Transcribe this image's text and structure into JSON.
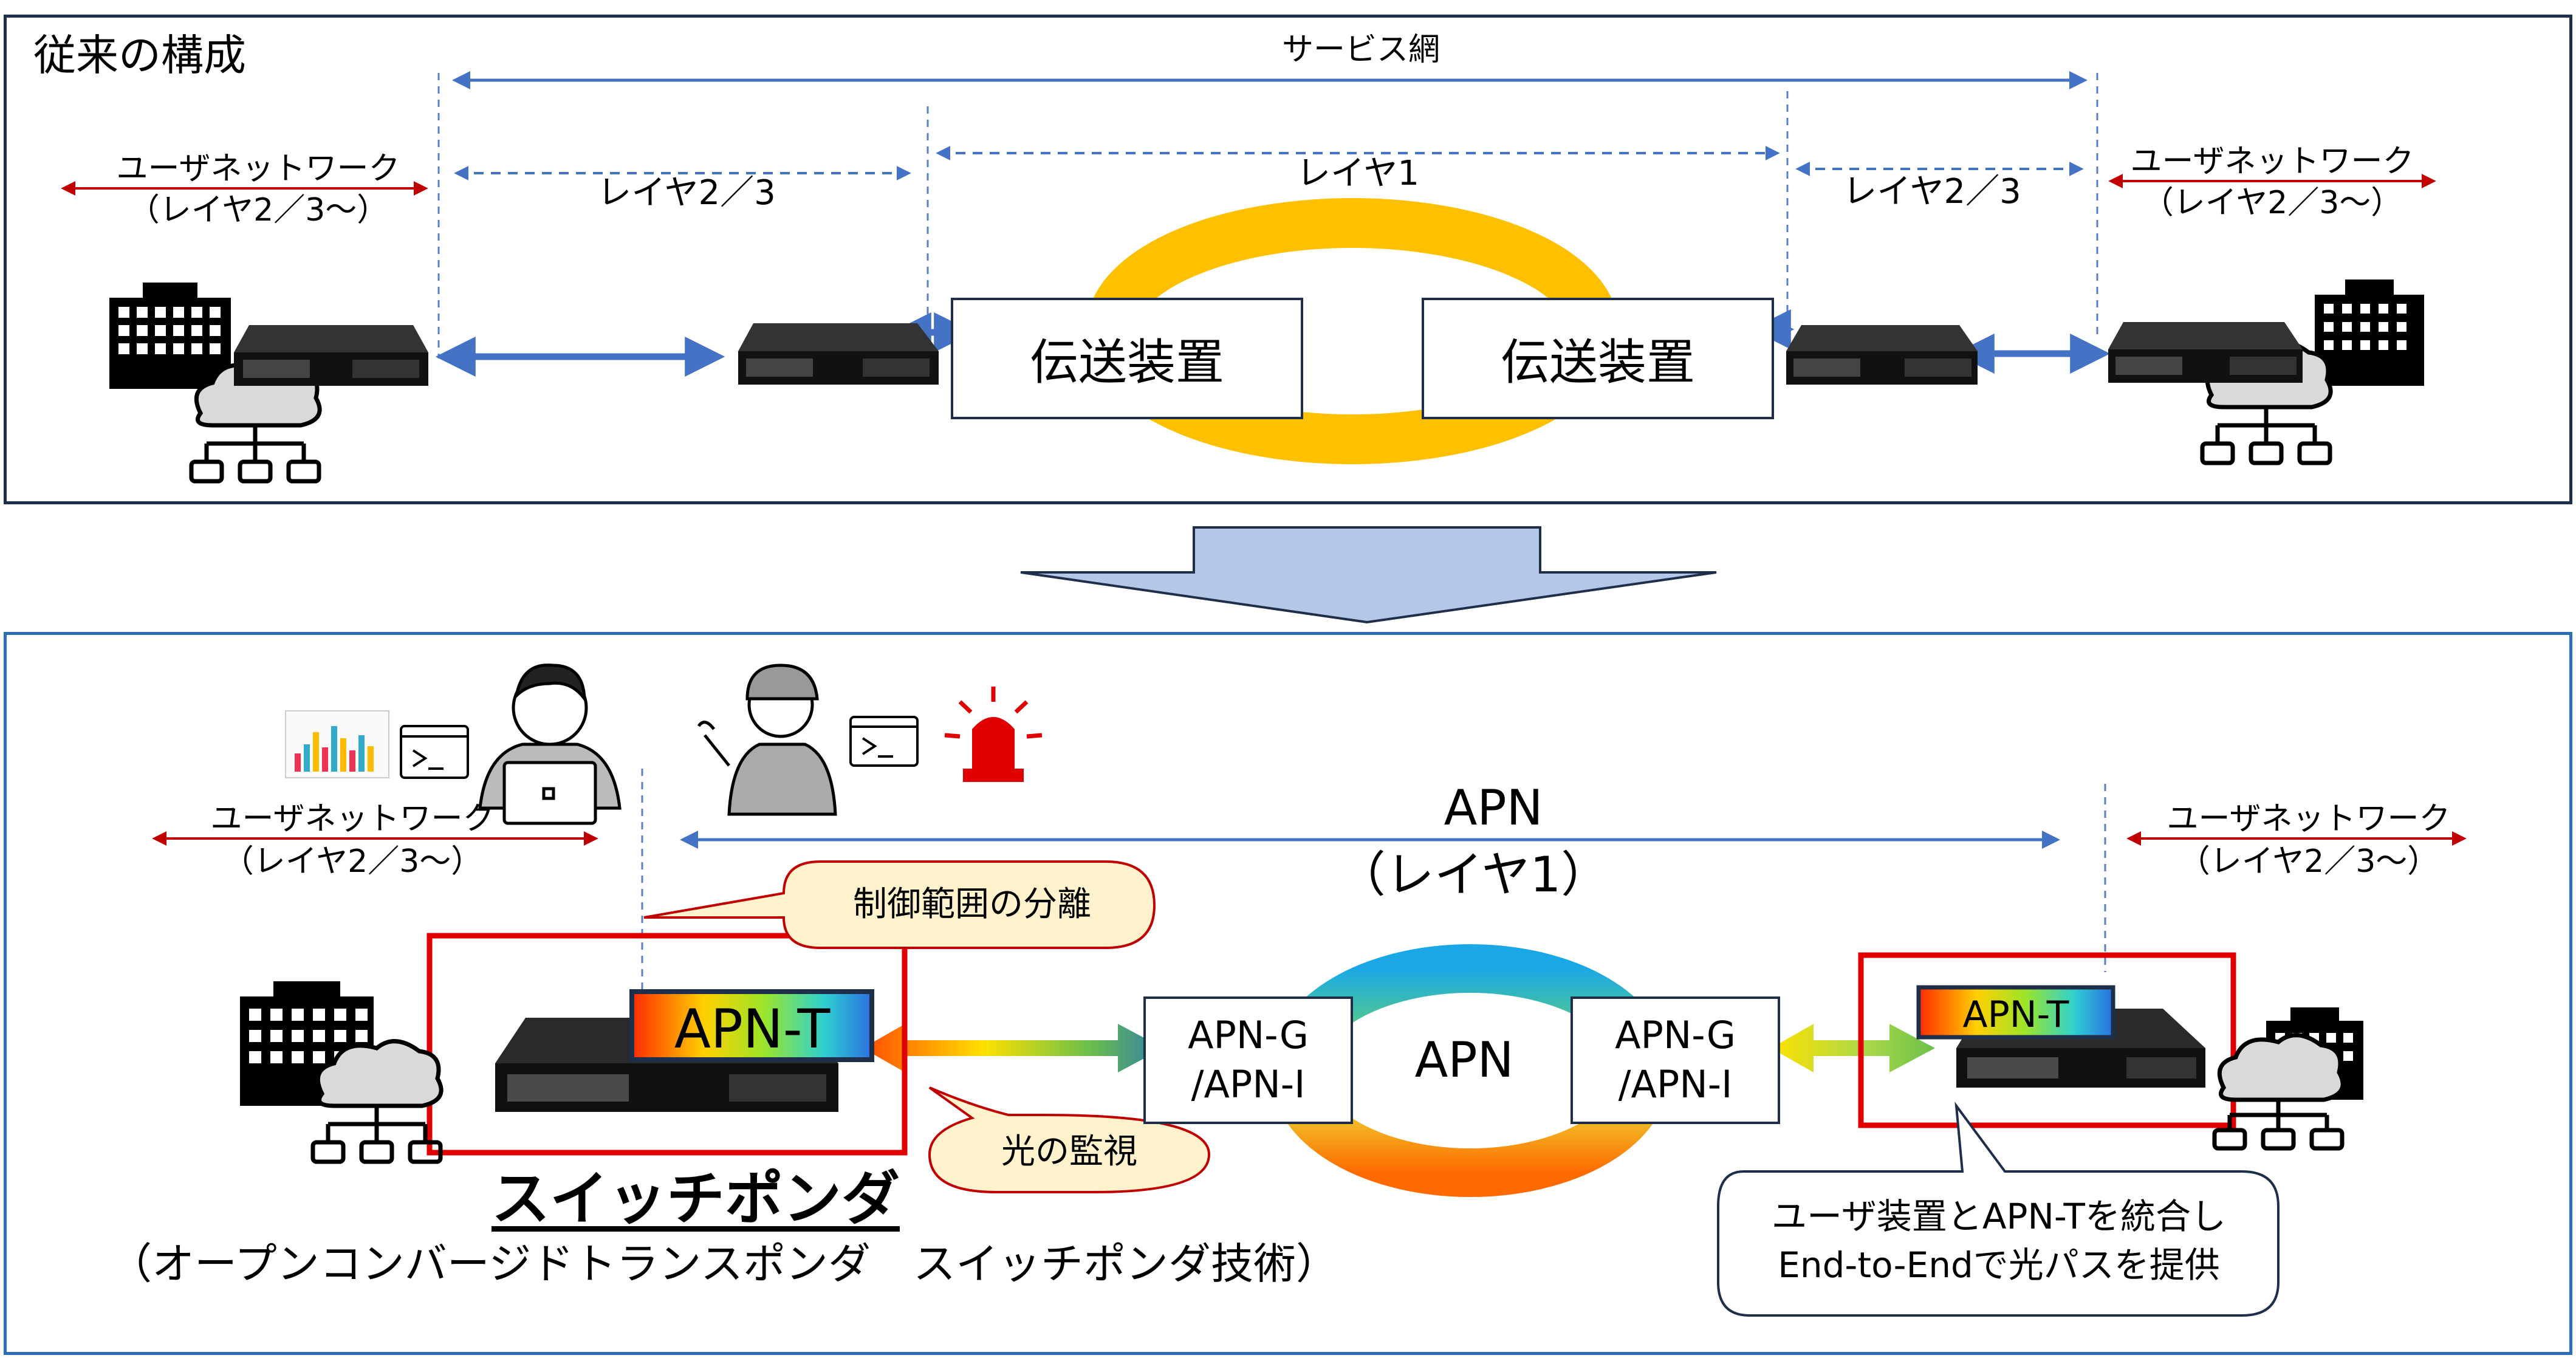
{
  "top": {
    "title": "従来の構成",
    "service_net": "サービス網",
    "layer23_left": "レイヤ2／3",
    "layer1": "レイヤ1",
    "layer23_right": "レイヤ2／3",
    "user_net_left": {
      "line1": "ユーザネットワーク",
      "line2": "（レイヤ2／3～）"
    },
    "user_net_right": {
      "line1": "ユーザネットワーク",
      "line2": "（レイヤ2／3～）"
    },
    "transport_left": "伝送装置",
    "transport_right": "伝送装置"
  },
  "bottom": {
    "apn_title": "APN",
    "apn_sub": "（レイヤ1）",
    "user_net_left": {
      "line1": "ユーザネットワーク",
      "line2": "（レイヤ2／3～）"
    },
    "user_net_right": {
      "line1": "ユーザネットワーク",
      "line2": "（レイヤ2／3～）"
    },
    "callout_control": "制御範囲の分離",
    "callout_light": "光の監視",
    "apn_t_left": "APN-T",
    "apn_t_right": "APN-T",
    "apn_g_left": {
      "line1": "APN-G",
      "line2": "/APN-I"
    },
    "apn_g_right": {
      "line1": "APN-G",
      "line2": "/APN-I"
    },
    "apn_center": "APN",
    "switchponder": "スイッチポンダ",
    "switchponder_sub": "（オープンコンバージドトランスポンダ　スイッチポンダ技術）",
    "callout_integrate": {
      "line1": "ユーザ装置とAPN-Tを統合し",
      "line2": "End-to-Endで光パスを提供"
    }
  },
  "colors": {
    "ring_top": "#ffc000",
    "arrow_blue": "#4472c4",
    "arrow_red": "#c00000",
    "highlight_red": "#e00000",
    "callout_fill": "#fff2cc",
    "transition_arrow": "#b4c7e7"
  },
  "icons": [
    "building-icon",
    "cloud-network-icon",
    "network-switch-icon",
    "operator-laptop-icon",
    "engineer-icon",
    "terminal-icon",
    "chart-icon",
    "alarm-light-icon"
  ]
}
